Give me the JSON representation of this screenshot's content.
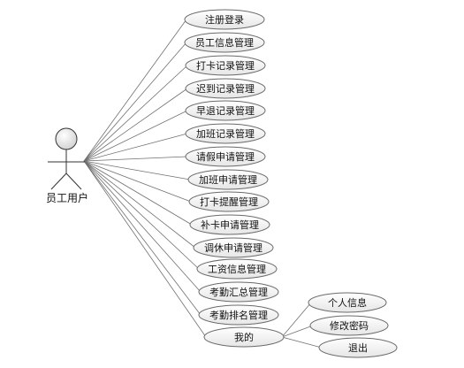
{
  "actor": {
    "label": "员工用户",
    "icon": "stick-figure-actor-icon"
  },
  "use_cases": [
    {
      "id": "register-login",
      "label": "注册登录"
    },
    {
      "id": "employee-info-management",
      "label": "员工信息管理"
    },
    {
      "id": "clock-record-management",
      "label": "打卡记录管理"
    },
    {
      "id": "late-record-management",
      "label": "迟到记录管理"
    },
    {
      "id": "early-leave-record-management",
      "label": "早退记录管理"
    },
    {
      "id": "overtime-record-management",
      "label": "加班记录管理"
    },
    {
      "id": "leave-application-management",
      "label": "请假申请管理"
    },
    {
      "id": "overtime-application-management",
      "label": "加班申请管理"
    },
    {
      "id": "clock-reminder-management",
      "label": "打卡提醒管理"
    },
    {
      "id": "makeup-clock-application-management",
      "label": "补卡申请管理"
    },
    {
      "id": "day-off-application-management",
      "label": "调休申请管理"
    },
    {
      "id": "salary-info-management",
      "label": "工资信息管理"
    },
    {
      "id": "attendance-summary-management",
      "label": "考勤汇总管理"
    },
    {
      "id": "attendance-ranking-management",
      "label": "考勤排名管理"
    },
    {
      "id": "mine",
      "label": "我的"
    }
  ],
  "sub_use_cases": [
    {
      "id": "personal-info",
      "label": "个人信息"
    },
    {
      "id": "change-password",
      "label": "修改密码"
    },
    {
      "id": "logout",
      "label": "退出"
    }
  ],
  "colors": {
    "ellipse_fill_top": "#ffffff",
    "ellipse_fill_bottom": "#e9e9e9",
    "ellipse_stroke": "#6a6a6a",
    "line": "#707070"
  }
}
